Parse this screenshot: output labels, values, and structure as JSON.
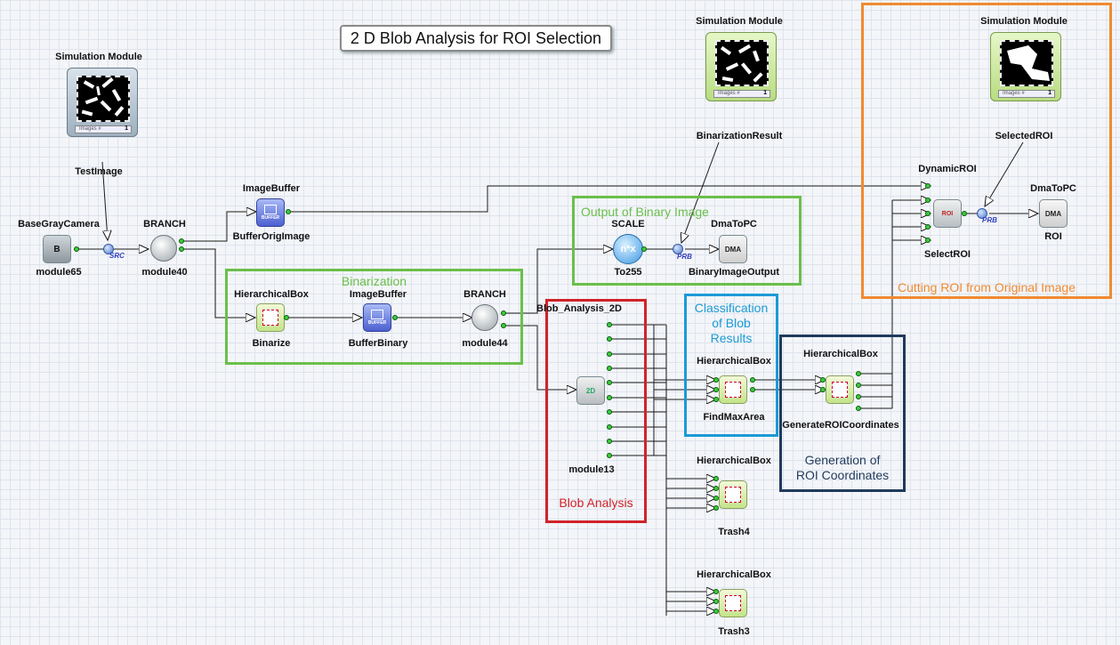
{
  "title": "2 D Blob Analysis for ROI Selection",
  "sim_modules": [
    {
      "header": "Simulation Module",
      "caption": "TestImage",
      "counter_label": "Images #",
      "counter": "1"
    },
    {
      "header": "Simulation Module",
      "caption": "BinarizationResult",
      "counter_label": "Images #",
      "counter": "1"
    },
    {
      "header": "Simulation Module",
      "caption": "SelectedROI",
      "counter_label": "Images #",
      "counter": "1"
    }
  ],
  "modules": {
    "camera": {
      "type": "BaseGrayCamera",
      "name": "module65",
      "icon_text": "B"
    },
    "branch1": {
      "type": "BRANCH",
      "name": "module40"
    },
    "buffer1": {
      "type": "ImageBuffer",
      "name": "BufferOrigImage",
      "icon_text": "BUFFER"
    },
    "binarize": {
      "type": "HierarchicalBox",
      "name": "Binarize"
    },
    "buffer2": {
      "type": "ImageBuffer",
      "name": "BufferBinary",
      "icon_text": "BUFFER"
    },
    "branch2": {
      "type": "BRANCH",
      "name": "module44"
    },
    "scale": {
      "type": "SCALE",
      "name": "To255",
      "icon_text": "n*x"
    },
    "dma1": {
      "type": "DmaToPC",
      "name": "BinaryImageOutput",
      "icon_text": "DMA"
    },
    "blob": {
      "type": "Blob_Analysis_2D",
      "name": "module13",
      "icon_text": "2D"
    },
    "findmax": {
      "type": "HierarchicalBox",
      "name": "FindMaxArea"
    },
    "genroi": {
      "type": "HierarchicalBox",
      "name": "GenerateROICoordinates"
    },
    "trash4": {
      "type": "HierarchicalBox",
      "name": "Trash4"
    },
    "trash3": {
      "type": "HierarchicalBox",
      "name": "Trash3"
    },
    "selectroi": {
      "type": "DynamicROI",
      "name": "SelectROI",
      "icon_text": "ROI"
    },
    "dma2": {
      "type": "DmaToPC",
      "name": "ROI",
      "icon_text": "DMA"
    }
  },
  "probes": {
    "src": "SRC",
    "prb": "PRB"
  },
  "groups": {
    "binarization": {
      "label": "Binarization",
      "color": "#6abf4b"
    },
    "binary_output": {
      "label": "Output of Binary Image",
      "color": "#6abf4b"
    },
    "blob_analysis": {
      "label": "Blob Analysis",
      "color": "#d0232a"
    },
    "classification": {
      "label_lines": [
        "Classification",
        "of Blob",
        "Results"
      ],
      "color": "#1c9ad6"
    },
    "generation": {
      "label_lines": [
        "Generation of",
        "ROI Coordinates"
      ],
      "color": "#1f3a5c"
    },
    "cutting": {
      "label": "Cutting ROI from Original Image",
      "color": "#f08a32"
    }
  }
}
